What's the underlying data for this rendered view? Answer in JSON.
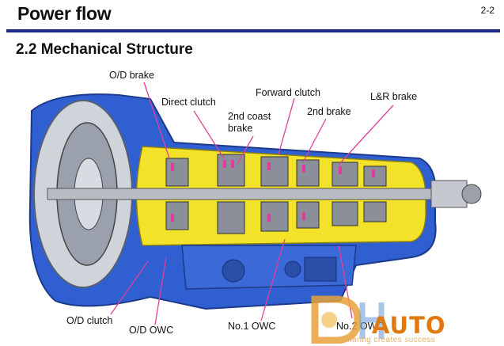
{
  "header": {
    "title": "Power flow",
    "page": "2-2"
  },
  "section": {
    "title": "2.2 Mechanical Structure"
  },
  "labels": {
    "od_brake": "O/D brake",
    "direct_clutch": "Direct clutch",
    "forward_clutch": "Forward clutch",
    "second_coast_brake_1": "2nd coast",
    "second_coast_brake_2": "brake",
    "second_brake": "2nd brake",
    "lr_brake": "L&R brake",
    "od_clutch": "O/D clutch",
    "od_owc": "O/D OWC",
    "no1_owc": "No.1 OWC",
    "no2_owc": "No.2 OWC"
  },
  "logo": {
    "wordmark": "AUTO",
    "tagline": "Sharing creates success"
  },
  "colors": {
    "title_rule": "#1a2a8a",
    "case_blue": "#2f5fd0",
    "internals_yellow": "#f2e32a",
    "leader_line": "#e0409a",
    "logo_orange": "#e07a10"
  }
}
